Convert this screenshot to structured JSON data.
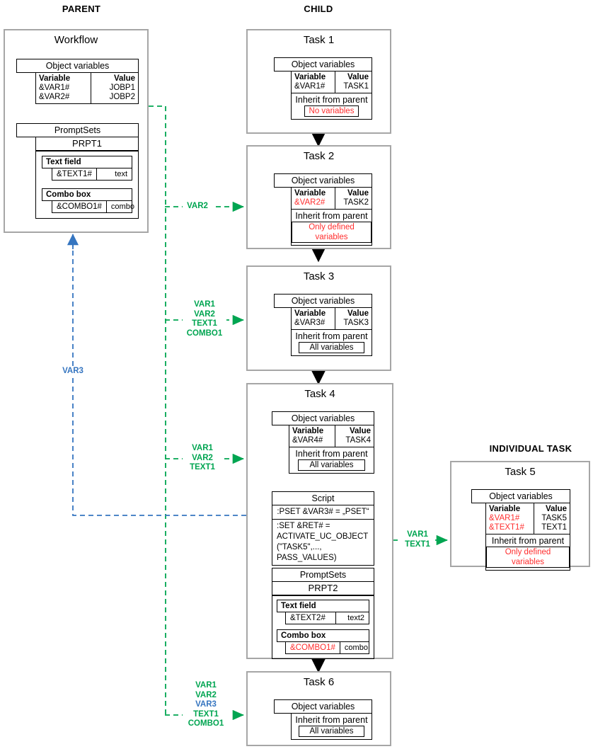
{
  "columns": {
    "parent": "PARENT",
    "child": "CHILD",
    "individual": "INDIVIDUAL TASK"
  },
  "labels": {
    "object_variables": "Object variables",
    "variable": "Variable",
    "value": "Value",
    "inherit_from_parent": "Inherit from parent",
    "promptsets": "PromptSets",
    "text_field": "Text field",
    "combo_box": "Combo box",
    "script": "Script"
  },
  "colors": {
    "green": "#00a551",
    "blue": "#3575c0",
    "red": "#ff2d2d",
    "box_border": "#a6a6a6"
  },
  "workflow": {
    "title": "Workflow",
    "object_variables": {
      "header": "Object variables",
      "col_variable": "Variable",
      "col_value": "Value",
      "rows": [
        {
          "variable": "&VAR1#",
          "value": "JOBP1"
        },
        {
          "variable": "&VAR2#",
          "value": "JOBP2"
        }
      ]
    },
    "promptsets": {
      "header": "PromptSets",
      "name": "PRPT1",
      "text_field": {
        "label": "Text field",
        "key": "&TEXT1#",
        "value": "text"
      },
      "combo_box": {
        "label": "Combo box",
        "key": "&COMBO1#",
        "value": "combo"
      }
    }
  },
  "tasks": [
    {
      "id": "task1",
      "title": "Task 1",
      "object_variables": {
        "header": "Object variables",
        "col_variable": "Variable",
        "col_value": "Value",
        "rows": [
          {
            "variable": "&VAR1#",
            "value": "TASK1",
            "variable_red": false
          }
        ]
      },
      "inherit": {
        "label": "Inherit from parent",
        "value": "No variables",
        "value_red": true
      }
    },
    {
      "id": "task2",
      "title": "Task 2",
      "object_variables": {
        "header": "Object variables",
        "col_variable": "Variable",
        "col_value": "Value",
        "rows": [
          {
            "variable": "&VAR2#",
            "value": "TASK2",
            "variable_red": true
          }
        ]
      },
      "inherit": {
        "label": "Inherit from parent",
        "value": "Only defined variables",
        "value_red": true
      }
    },
    {
      "id": "task3",
      "title": "Task 3",
      "object_variables": {
        "header": "Object variables",
        "col_variable": "Variable",
        "col_value": "Value",
        "rows": [
          {
            "variable": "&VAR3#",
            "value": "TASK3",
            "variable_red": false
          }
        ]
      },
      "inherit": {
        "label": "Inherit from parent",
        "value": "All variables",
        "value_red": false
      }
    },
    {
      "id": "task4",
      "title": "Task 4",
      "object_variables": {
        "header": "Object variables",
        "col_variable": "Variable",
        "col_value": "Value",
        "rows": [
          {
            "variable": "&VAR4#",
            "value": "TASK4",
            "variable_red": false
          }
        ]
      },
      "inherit": {
        "label": "Inherit from parent",
        "value": "All variables",
        "value_red": false
      },
      "script": {
        "header": "Script",
        "lines": [
          ":PSET &VAR3# = „PSET“",
          ":SET &RET# =\nACTIVATE_UC_OBJECT\n(\"TASK5\",..., PASS_VALUES)"
        ]
      },
      "promptsets": {
        "header": "PromptSets",
        "name": "PRPT2",
        "text_field": {
          "label": "Text field",
          "key": "&TEXT2#",
          "value": "text2",
          "key_red": false
        },
        "combo_box": {
          "label": "Combo box",
          "key": "&COMBO1#",
          "value": "combo",
          "key_red": true
        }
      }
    },
    {
      "id": "task6",
      "title": "Task 6",
      "object_variables": {
        "header": "Object variables"
      },
      "inherit": {
        "label": "Inherit from parent",
        "value": "All variables",
        "value_red": false
      }
    }
  ],
  "task5": {
    "id": "task5",
    "title": "Task 5",
    "object_variables": {
      "header": "Object variables",
      "col_variable": "Variable",
      "col_value": "Value",
      "rows": [
        {
          "variable": "&VAR1#",
          "value": "TASK5",
          "variable_red": true
        },
        {
          "variable": "&TEXT1#",
          "value": "TEXT1",
          "variable_red": true
        }
      ]
    },
    "inherit": {
      "label": "Inherit from parent",
      "value": "Only defined variables",
      "value_red": true
    }
  },
  "wires": {
    "to_task2": [
      "VAR2"
    ],
    "to_task3": [
      "VAR1",
      "VAR2",
      "TEXT1",
      "COMBO1"
    ],
    "to_task4": [
      "VAR1",
      "VAR2",
      "TEXT1"
    ],
    "to_task5": [
      "VAR1",
      "TEXT1"
    ],
    "to_task6": [
      "VAR1",
      "VAR2",
      "VAR3",
      "TEXT1",
      "COMBO1"
    ],
    "to_task6_blue_index": 2,
    "to_workflow": [
      "VAR3"
    ]
  }
}
